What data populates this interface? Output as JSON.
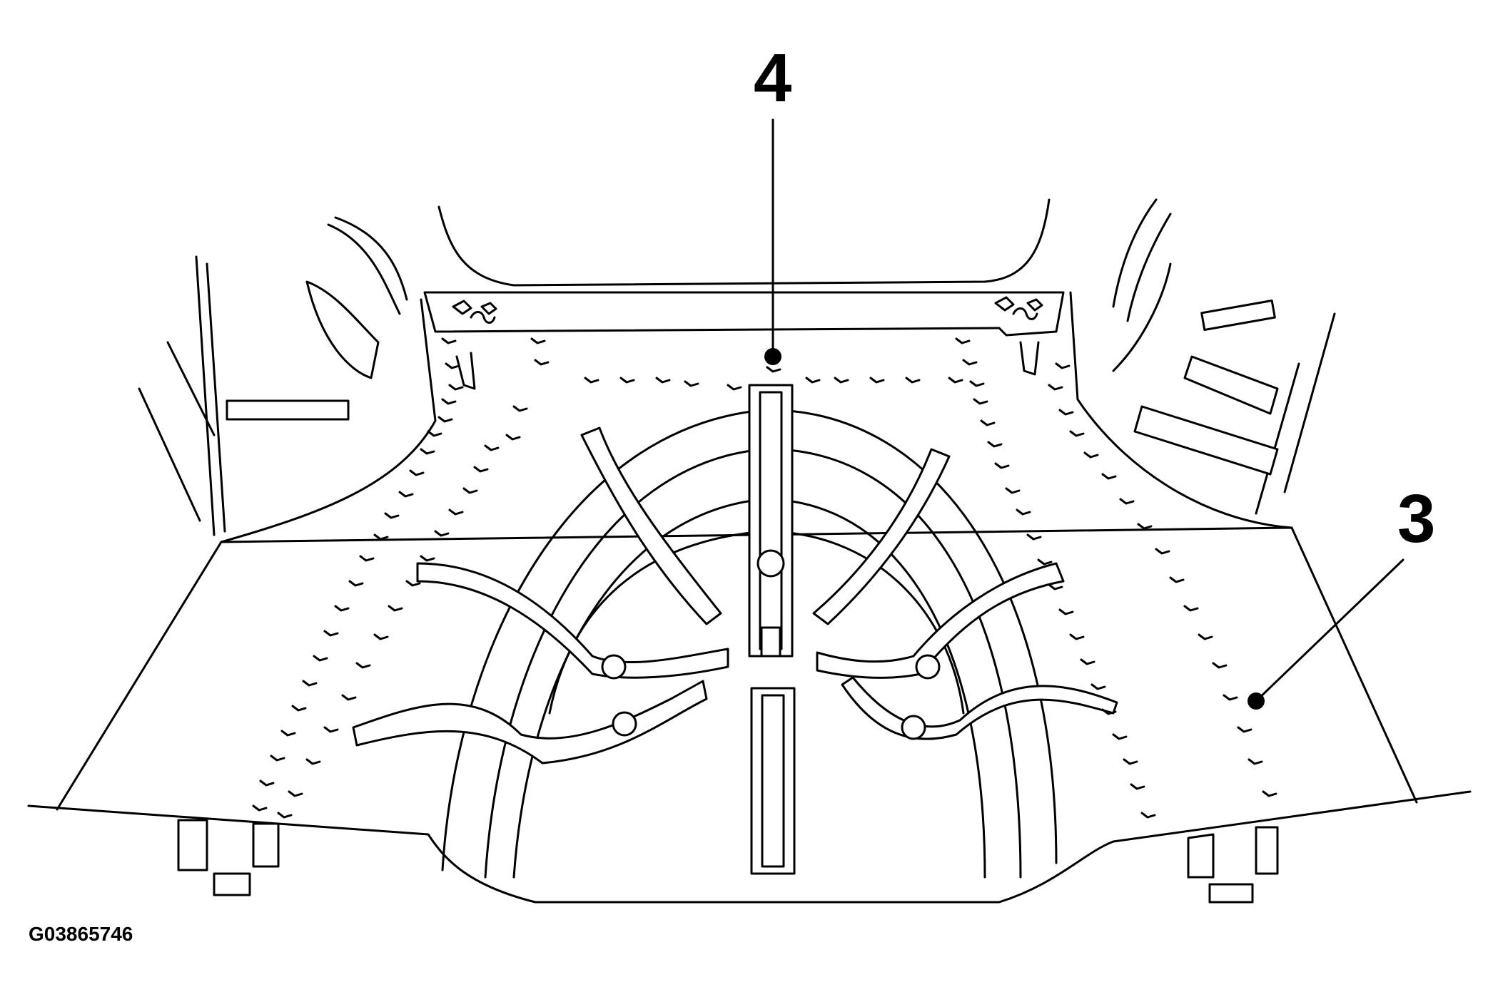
{
  "diagram": {
    "callouts": [
      {
        "id": "callout-4",
        "label": "4"
      },
      {
        "id": "callout-3",
        "label": "3"
      }
    ],
    "figure_id": "G03865746"
  }
}
